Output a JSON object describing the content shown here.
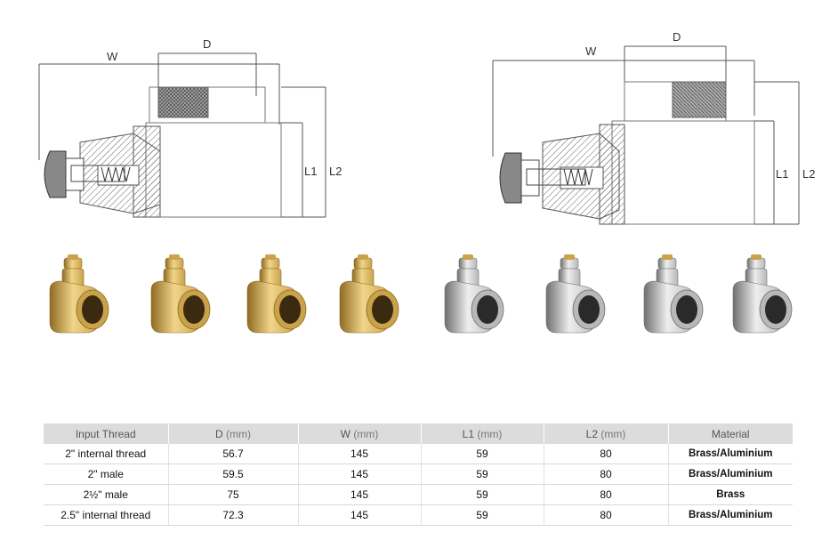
{
  "drawings": {
    "left": {
      "label_w": "W",
      "label_d": "D",
      "label_l1": "L1",
      "label_l2": "L2"
    },
    "right": {
      "label_w": "W",
      "label_d": "D",
      "label_l1": "L1",
      "label_l2": "L2"
    }
  },
  "products": [
    {
      "name": "brass-2in-internal-thread",
      "material": "brass"
    },
    {
      "name": "brass-2in-male",
      "material": "brass"
    },
    {
      "name": "brass-2half-male",
      "material": "brass"
    },
    {
      "name": "brass-2.5in-internal-thread",
      "material": "brass"
    },
    {
      "name": "aluminium-2in-internal-thread",
      "material": "aluminium"
    },
    {
      "name": "aluminium-2in-male",
      "material": "aluminium"
    },
    {
      "name": "aluminium-2.5in-internal-thread",
      "material": "aluminium"
    },
    {
      "name": "aluminium-2half-male",
      "material": "aluminium"
    }
  ],
  "colors": {
    "brass": "#c9a24a",
    "aluminium": "#b8b8b8",
    "header_bg": "#dcdcdc"
  },
  "table": {
    "headers": [
      {
        "label": "Input Thread",
        "unit": ""
      },
      {
        "label": "D",
        "unit": "(mm)"
      },
      {
        "label": "W",
        "unit": "(mm)"
      },
      {
        "label": "L1",
        "unit": "(mm)"
      },
      {
        "label": "L2",
        "unit": "(mm)"
      },
      {
        "label": "Material",
        "unit": ""
      }
    ],
    "rows": [
      [
        "2\" internal thread",
        "56.7",
        "145",
        "59",
        "80",
        "Brass/Aluminium"
      ],
      [
        "2\" male",
        "59.5",
        "145",
        "59",
        "80",
        "Brass/Aluminium"
      ],
      [
        "2½\" male",
        "75",
        "145",
        "59",
        "80",
        "Brass"
      ],
      [
        "2.5\" internal thread",
        "72.3",
        "145",
        "59",
        "80",
        "Brass/Aluminium"
      ]
    ]
  }
}
